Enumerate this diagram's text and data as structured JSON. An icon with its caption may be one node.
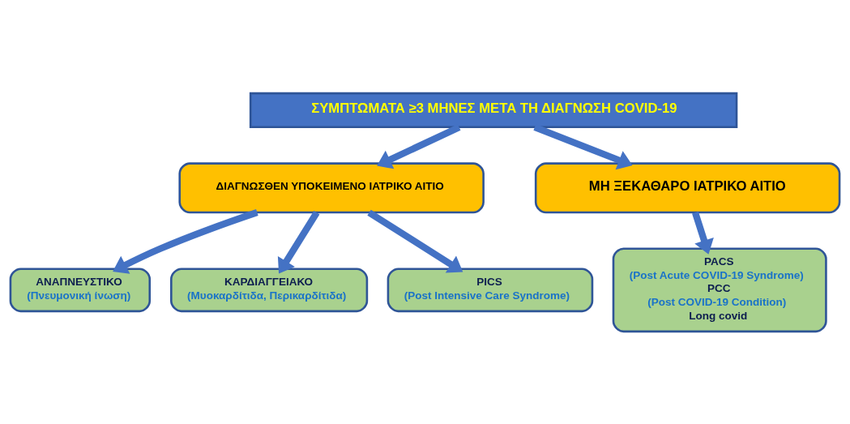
{
  "diagram": {
    "nodes": [
      {
        "text": [
          "ΣΥΜΠΤΩΜΑΤΑ ≥3 ΜΗΝΕΣ ΜΕΤΑ ΤΗ ΔΙΑΓΝΩΣΗ COVID-19"
        ]
      },
      {
        "text": [
          "ΔΙΑΓΝΩΣΘΕΝ ΥΠΟΚΕΙΜΕΝΟ ΙΑΤΡΙΚΟ ΑΙΤΙΟ"
        ]
      },
      {
        "text": [
          "ΜΗ ΞΕΚΑΘΑΡΟ ΙΑΤΡΙΚΟ ΑΙΤΙΟ"
        ]
      },
      {
        "text": [
          "ΑΝΑΠΝΕΥΣΤΙΚΟ",
          "(Πνευμονική ίνωση)"
        ]
      },
      {
        "text": [
          "ΚΑΡΔΙΑΓΓΕΙΑΚΟ",
          "(Μυοκαρδίτιδα, Περικαρδίτιδα)"
        ]
      },
      {
        "text": [
          "PICS",
          "(Post Intensive Care Syndrome)"
        ]
      },
      {
        "text": [
          "PACS",
          "(Post Acute COVID-19 Syndrome)",
          "PCC",
          "(Post COVID-19 Condition)",
          "Long covid"
        ]
      }
    ],
    "edges": [
      {
        "from": 0,
        "to": 1,
        "arrow": "to"
      },
      {
        "from": 0,
        "to": 2,
        "arrow": "to"
      },
      {
        "from": 1,
        "to": 3,
        "arrow": "to"
      },
      {
        "from": 1,
        "to": 4,
        "arrow": "to"
      },
      {
        "from": 1,
        "to": 5,
        "arrow": "to"
      },
      {
        "from": 2,
        "to": 6,
        "arrow": "to"
      }
    ]
  }
}
